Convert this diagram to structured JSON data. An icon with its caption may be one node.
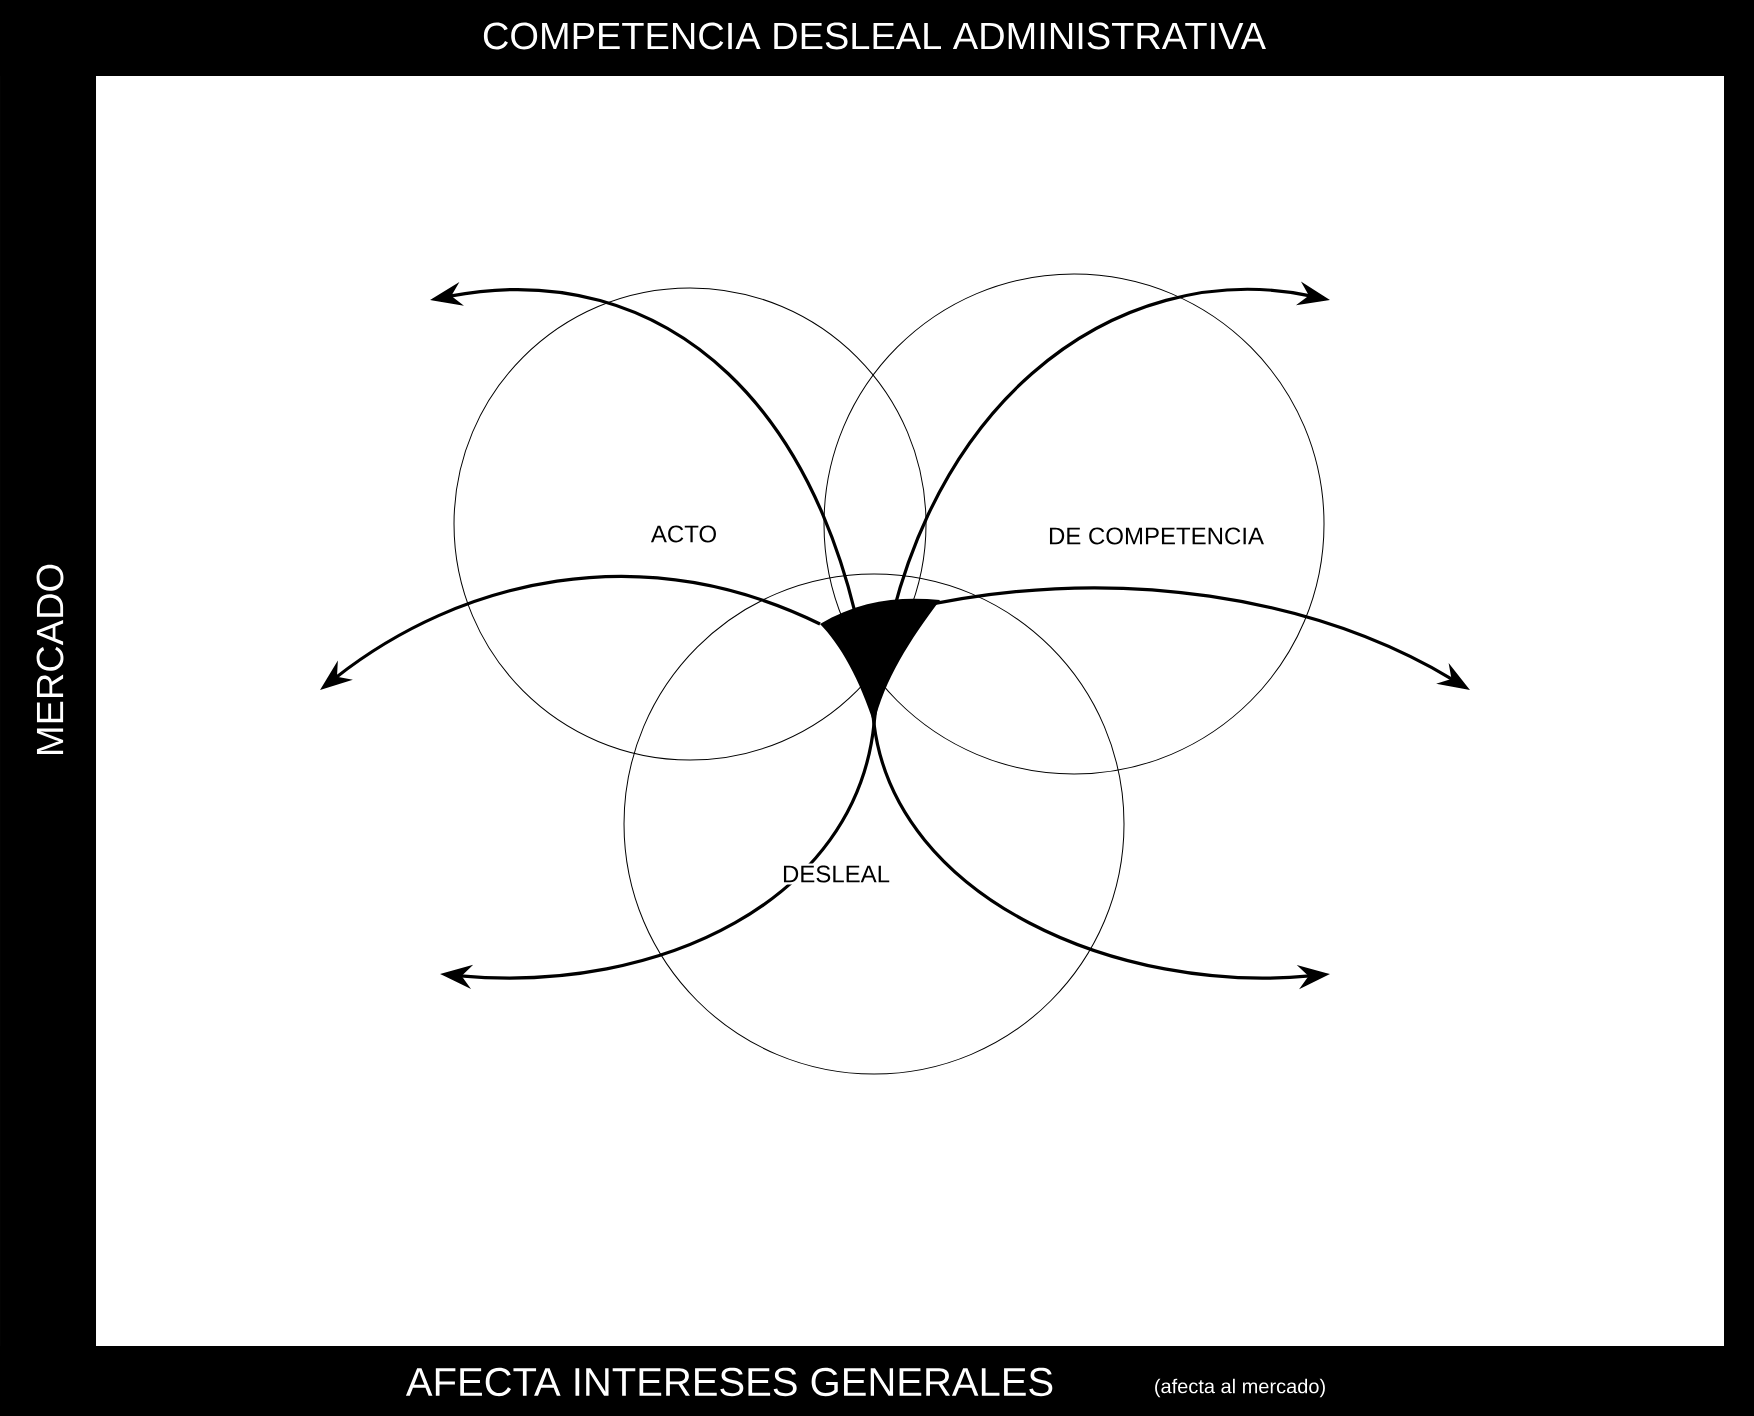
{
  "diagram": {
    "title": "COMPETENCIA DESLEAL ADMINISTRATIVA",
    "nodes": [
      {
        "text": [
          "ACTO"
        ]
      },
      {
        "text": [
          "DE COMPETENCIA"
        ]
      },
      {
        "text": [
          "DESLEAL"
        ]
      }
    ],
    "labels": [
      "MERCADO",
      "AFECTA INTERESES GENERALES",
      "(afecta al mercado)"
    ]
  }
}
